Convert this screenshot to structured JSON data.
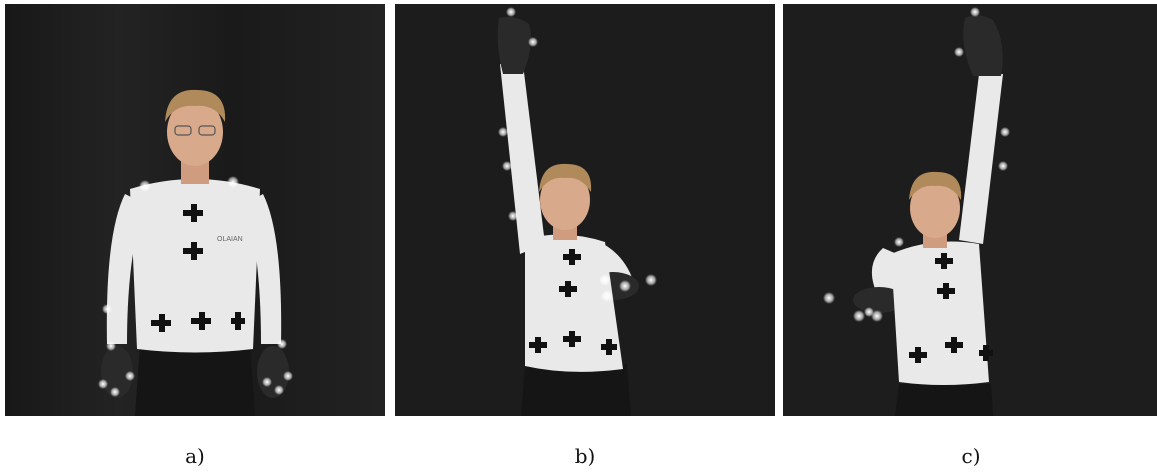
{
  "panels": [
    {
      "id": "a",
      "caption": "a)",
      "pose": "arms-down"
    },
    {
      "id": "b",
      "caption": "b)",
      "pose": "right-arm-up-left-arm-forward"
    },
    {
      "id": "c",
      "caption": "c)",
      "pose": "left-arm-up-right-arm-forward"
    }
  ],
  "shirt_brand": "OLAIAN",
  "colors": {
    "background_curtain": "#1e1e1e",
    "shirt": "#e9e9e9",
    "pants": "#151515",
    "gloves": "#2a2a2a",
    "skin": "#d9a98c",
    "hair": "#b08a5a",
    "marker_glow": "#ffffff"
  }
}
